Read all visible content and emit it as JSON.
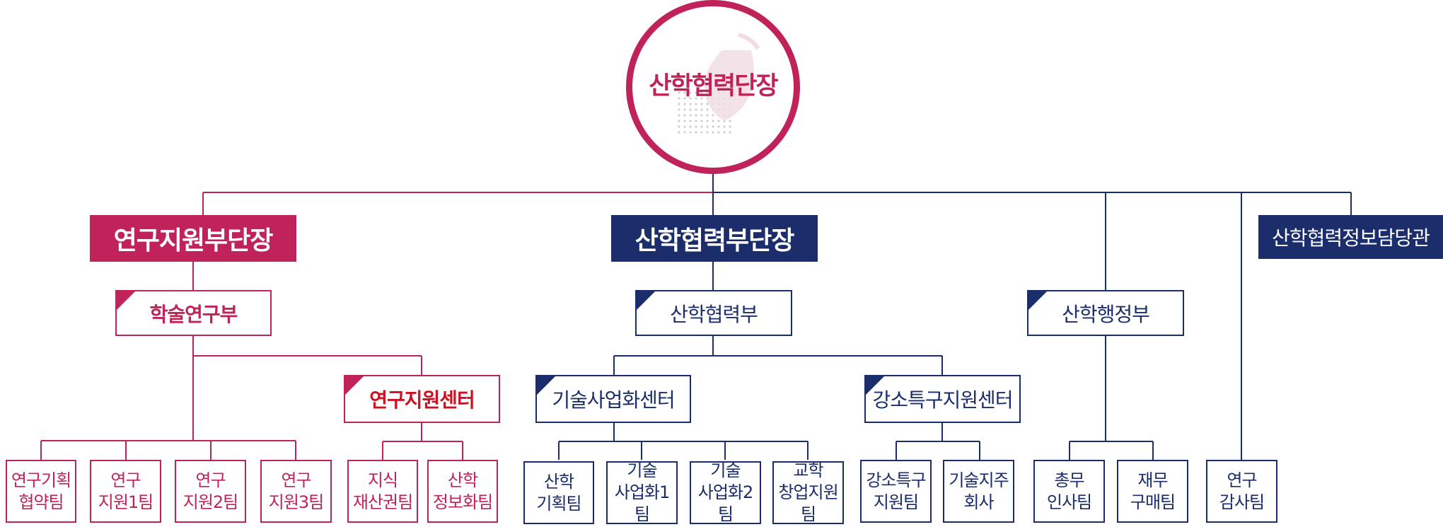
{
  "chief": "산학협력단장",
  "vice_research": "연구지원부단장",
  "vice_industry": "산학협력부단장",
  "info_officer": "산학협력정보담당관",
  "depts": {
    "academic": "학술연구부",
    "research_center": "연구지원센터",
    "industry": "산학협력부",
    "tech_center": "기술사업화센터",
    "gangso_center": "강소특구지원센터",
    "admin": "산학행정부"
  },
  "teams": {
    "t1": [
      "연구기획",
      "협약팀"
    ],
    "t2": [
      "연구",
      "지원1팀"
    ],
    "t3": [
      "연구",
      "지원2팀"
    ],
    "t4": [
      "연구",
      "지원3팀"
    ],
    "t5": [
      "지식",
      "재산권팀"
    ],
    "t6": [
      "산학",
      "정보화팀"
    ],
    "t7": [
      "산학",
      "기획팀"
    ],
    "t8": [
      "기술",
      "사업화1팀"
    ],
    "t9": [
      "기술",
      "사업화2팀"
    ],
    "t10": [
      "교학",
      "창업지원팀"
    ],
    "t11": [
      "강소특구",
      "지원팀"
    ],
    "t12": [
      "기술지주",
      "회사"
    ],
    "t13": [
      "총무",
      "인사팀"
    ],
    "t14": [
      "재무",
      "구매팀"
    ],
    "t15": [
      "연구",
      "감사팀"
    ]
  },
  "colors": {
    "pink": "#c0235a",
    "navy": "#1b2d6b",
    "red": "#cf1020"
  }
}
